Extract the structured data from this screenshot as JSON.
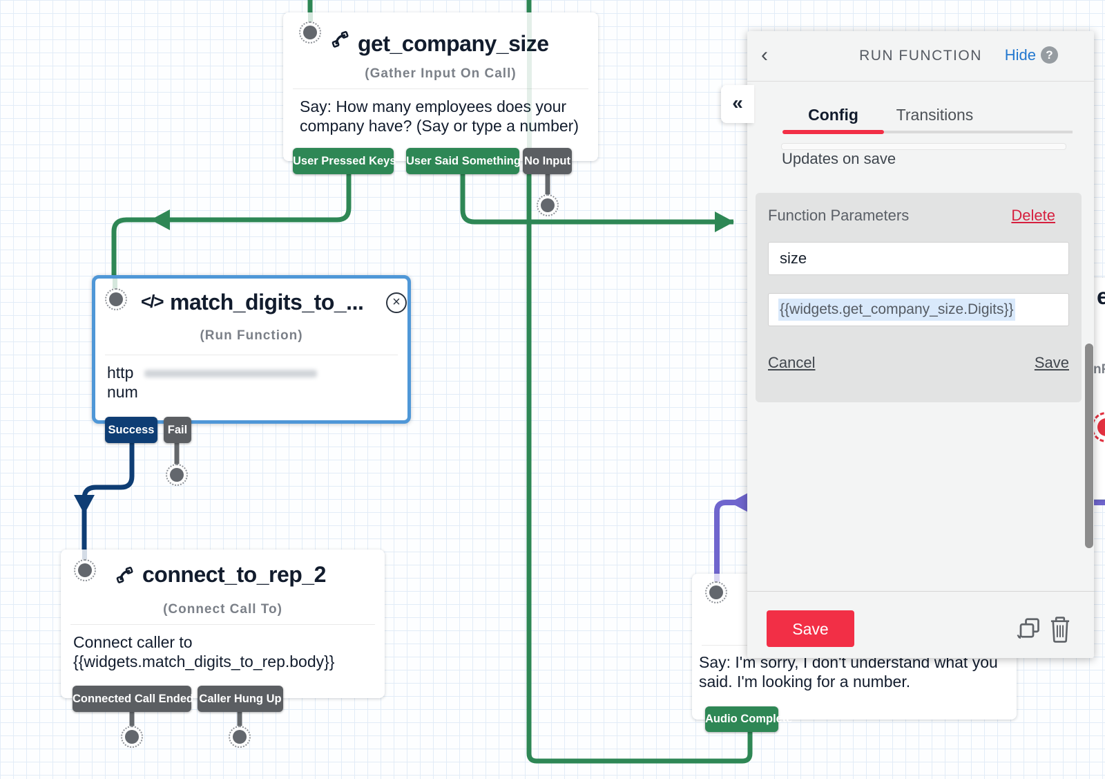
{
  "canvas": {
    "gcs": {
      "title": "get_company_size",
      "subtitle": "(Gather Input On Call)",
      "body_line1": "Say: How many employees does your",
      "body_line2": "company have? (Say or type a number)",
      "t1": "User Pressed Keys",
      "t2": "User Said Something",
      "t3": "No Input"
    },
    "match": {
      "title": "match_digits_to_...",
      "subtitle": "(Run Function)",
      "code_icon": "</>",
      "body_line1": "http",
      "body_line2": "num",
      "close": "×",
      "t1": "Success",
      "t2": "Fail"
    },
    "connect": {
      "title": "connect_to_rep_2",
      "subtitle": "(Connect Call To)",
      "body_line1": "Connect caller to",
      "body_line2": "{{widgets.match_digits_to_rep.body}}",
      "t1": "Connected Call Ended",
      "t2": "Caller Hung Up"
    },
    "say": {
      "body_line1": "Say: I'm sorry, I don't understand what you",
      "body_line2": "said. I'm looking for a number.",
      "t1": "Audio Complete"
    },
    "cutoff": {
      "title_fragment": "e",
      "subtitle_fragment": "nF"
    }
  },
  "panel": {
    "back": "‹",
    "title": "RUN FUNCTION",
    "hide": "Hide",
    "help": "?",
    "collapse": "«",
    "tab_config": "Config",
    "tab_transitions": "Transitions",
    "updates": "Updates on save",
    "params": {
      "title": "Function Parameters",
      "delete": "Delete",
      "name_value": "size",
      "value": "{{widgets.get_company_size.Digits}}",
      "cancel": "Cancel",
      "save": "Save"
    },
    "save_button": "Save"
  },
  "colors": {
    "green": "#2e8755",
    "navy": "#0e3d74",
    "gray_button": "#5b5e62",
    "red": "#f22f46",
    "purple": "#6f65cd",
    "selection_blue": "#4f97d7"
  }
}
